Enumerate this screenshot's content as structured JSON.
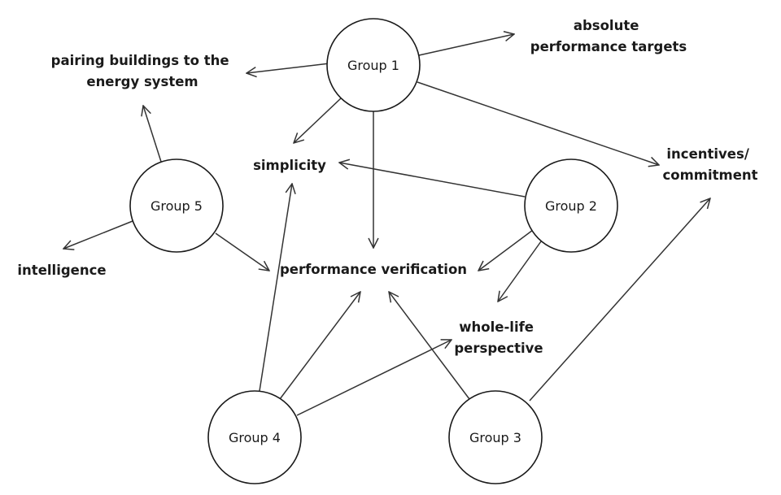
{
  "groups": [
    {
      "id": "g1",
      "label": "Group 1"
    },
    {
      "id": "g2",
      "label": "Group 2"
    },
    {
      "id": "g3",
      "label": "Group 3"
    },
    {
      "id": "g4",
      "label": "Group 4"
    },
    {
      "id": "g5",
      "label": "Group 5"
    }
  ],
  "concepts": [
    {
      "id": "absolute",
      "lines": [
        "absolute",
        "performance targets"
      ]
    },
    {
      "id": "pairing",
      "lines": [
        "pairing buildings to the",
        "energy system"
      ]
    },
    {
      "id": "simplicity",
      "lines": [
        "simplicity"
      ]
    },
    {
      "id": "incentives",
      "lines": [
        "incentives/",
        "commitment"
      ]
    },
    {
      "id": "intelligence",
      "lines": [
        "intelligence"
      ]
    },
    {
      "id": "verification",
      "lines": [
        "performance verification"
      ]
    },
    {
      "id": "wholelife",
      "lines": [
        "whole-life",
        "perspective"
      ]
    }
  ],
  "edges": [
    {
      "from": "g1",
      "to": "absolute"
    },
    {
      "from": "g1",
      "to": "pairing"
    },
    {
      "from": "g1",
      "to": "simplicity"
    },
    {
      "from": "g1",
      "to": "verification"
    },
    {
      "from": "g1",
      "to": "incentives"
    },
    {
      "from": "g2",
      "to": "simplicity"
    },
    {
      "from": "g2",
      "to": "verification"
    },
    {
      "from": "g2",
      "to": "wholelife"
    },
    {
      "from": "g5",
      "to": "pairing"
    },
    {
      "from": "g5",
      "to": "intelligence"
    },
    {
      "from": "g5",
      "to": "verification"
    },
    {
      "from": "g4",
      "to": "simplicity"
    },
    {
      "from": "g4",
      "to": "verification"
    },
    {
      "from": "g4",
      "to": "wholelife"
    },
    {
      "from": "g3",
      "to": "verification"
    },
    {
      "from": "g3",
      "to": "incentives"
    }
  ]
}
